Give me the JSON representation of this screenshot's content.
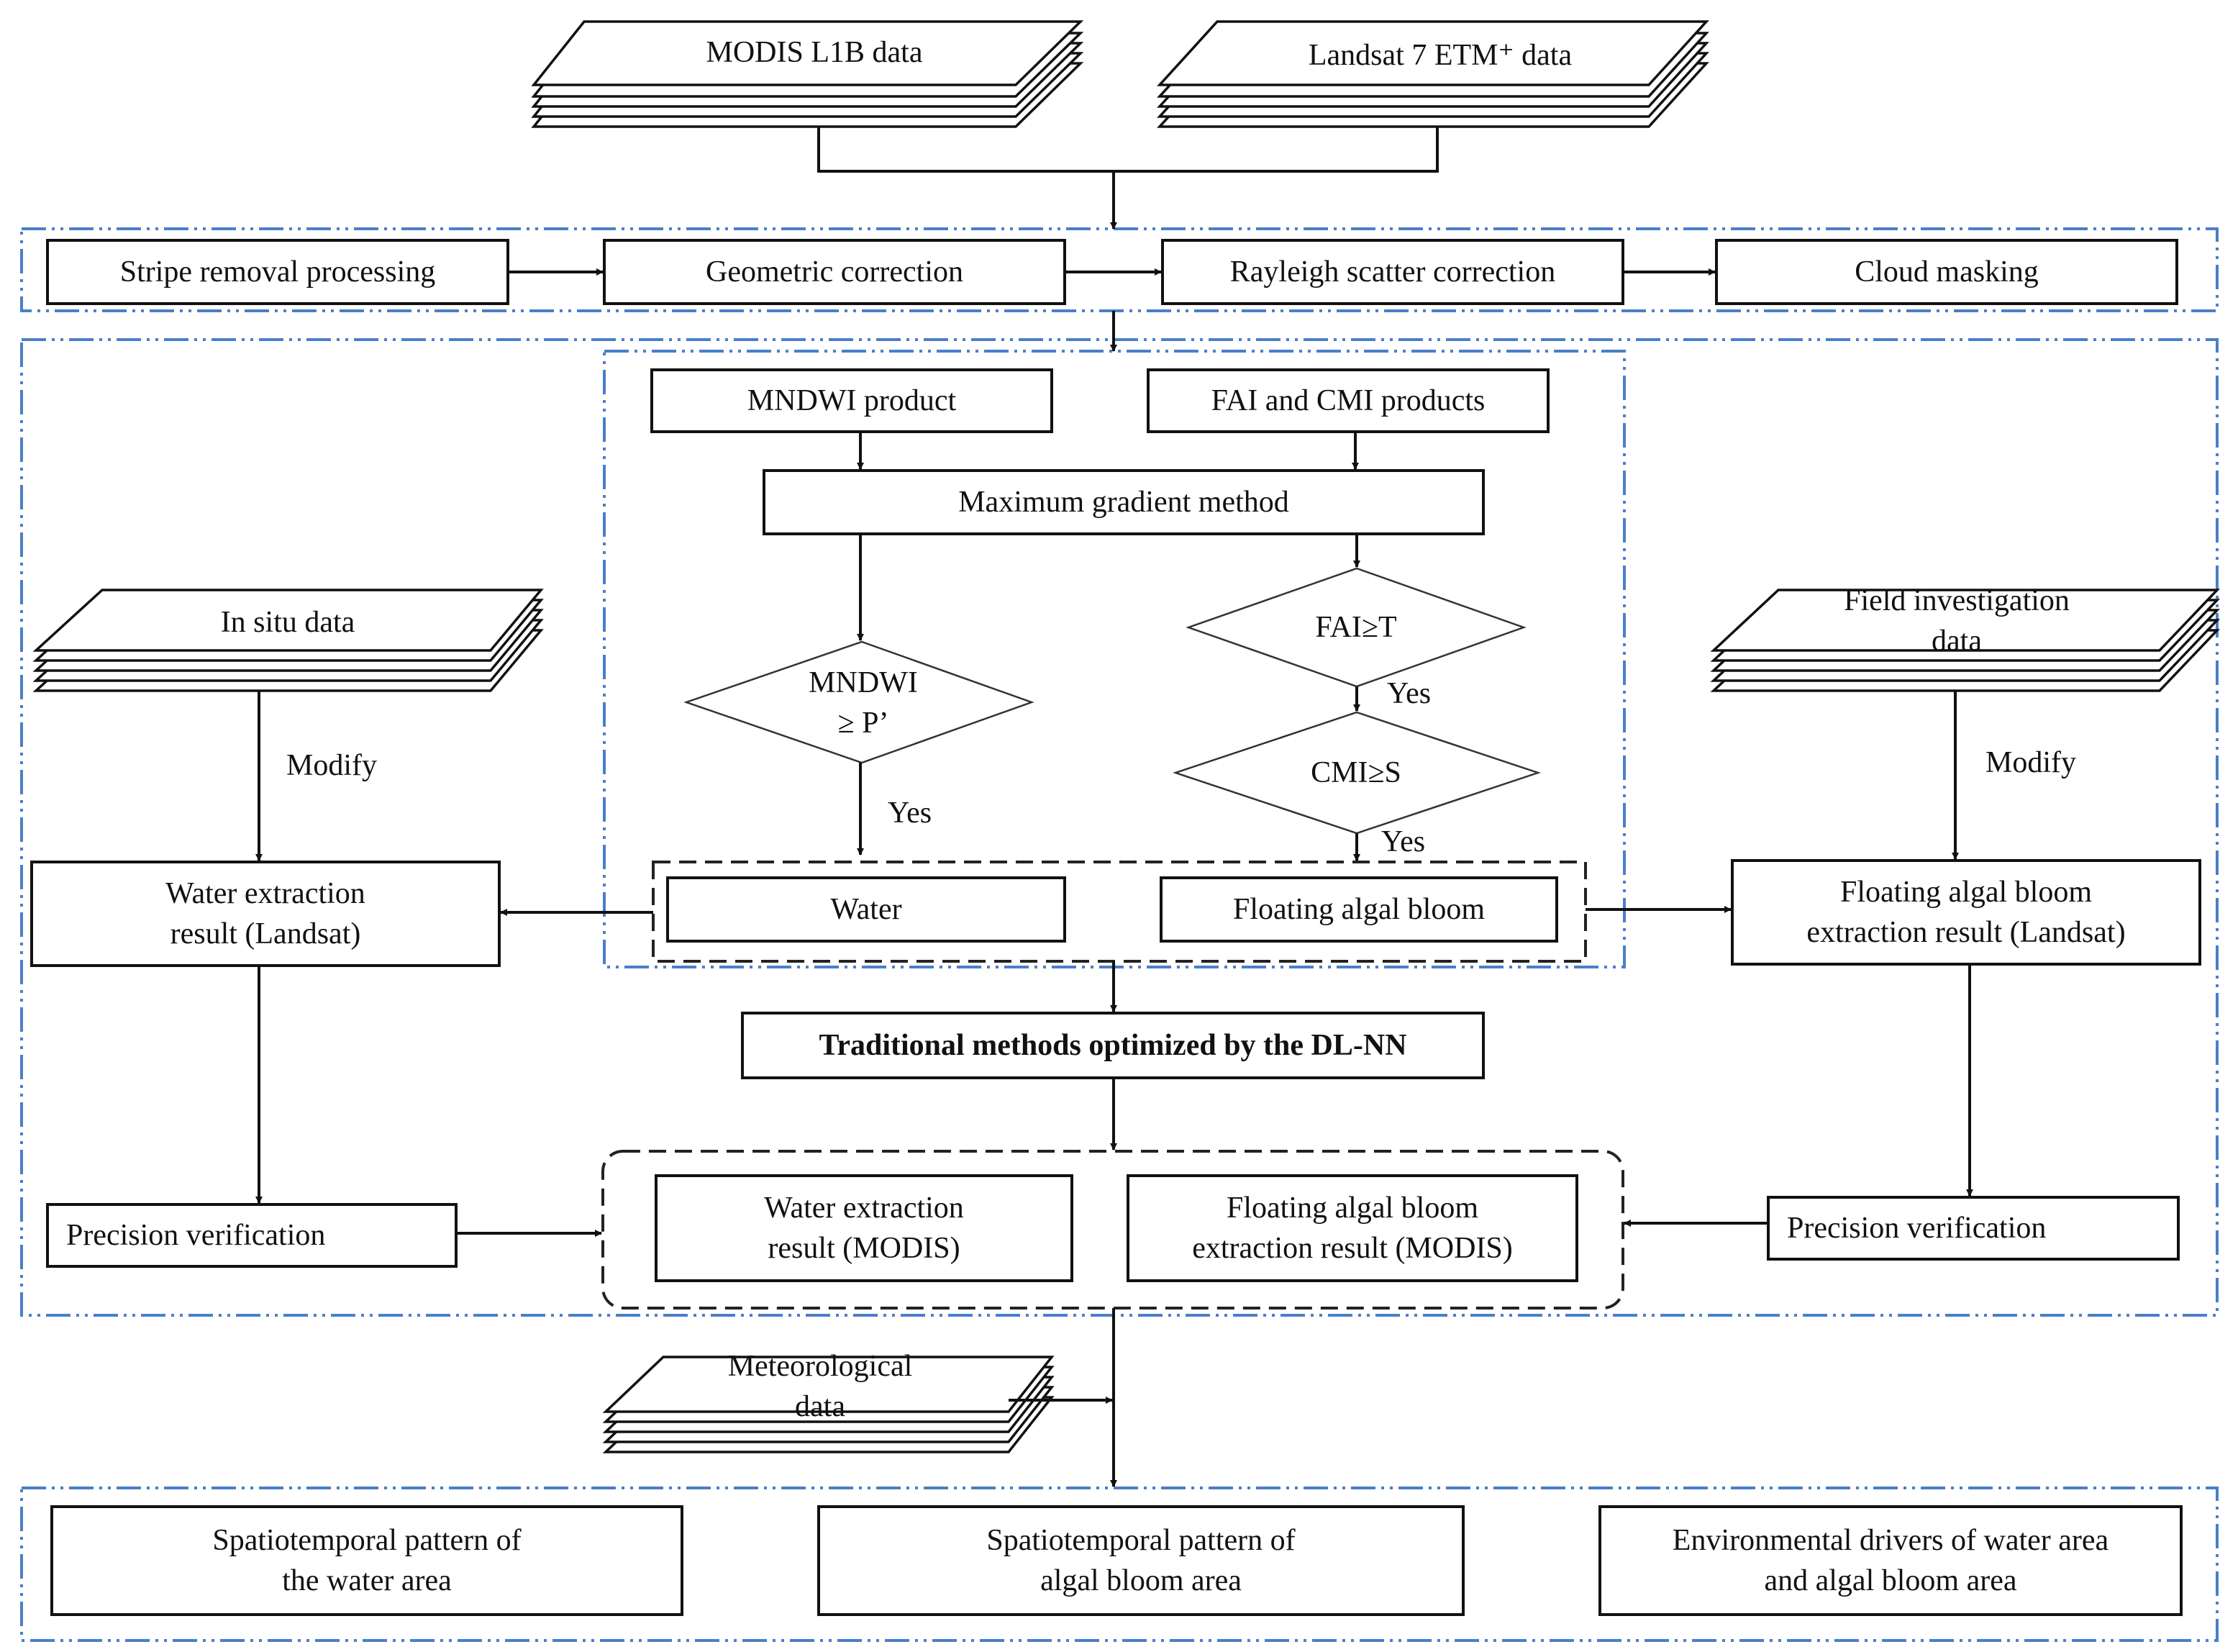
{
  "sources": {
    "modis": "MODIS L1B data",
    "landsat": "Landsat 7 ETM⁺ data",
    "in_situ": "In situ data",
    "field": "Field investigation\ndata",
    "meteorological": "Meteorological\ndata"
  },
  "preprocessing": {
    "stripe": "Stripe removal processing",
    "geometric": "Geometric correction",
    "rayleigh": "Rayleigh scatter correction",
    "cloud": "Cloud masking"
  },
  "products": {
    "mndwi": "MNDWI product",
    "fai_cmi": "FAI and CMI products",
    "max_gradient": "Maximum  gradient method"
  },
  "decisions": {
    "mndwi": "MNDWI\n≥ P’",
    "fai": "FAI≥T",
    "cmi": "CMI≥S",
    "yes_mndwi": "Yes",
    "yes_fai": "Yes",
    "yes_cmi": "Yes"
  },
  "outputs": {
    "water": "Water",
    "bloom": "Floating algal bloom",
    "water_landsat": "Water extraction\nresult (Landsat)",
    "bloom_landsat": "Floating algal bloom\nextraction result (Landsat)",
    "traditional": "Traditional methods optimized by  the DL-NN",
    "water_modis": "Water extraction\nresult (MODIS)",
    "bloom_modis": "Floating algal bloom\nextraction result (MODIS)",
    "precision_left": "Precision verification",
    "precision_right": "Precision verification",
    "modify_left": "Modify",
    "modify_right": "Modify"
  },
  "analysis": {
    "water_pattern": "Spatiotemporal  pattern of\nthe water area",
    "bloom_pattern": "Spatiotemporal  pattern of\nalgal bloom area",
    "drivers": "Environmental  drivers of water area\nand algal bloom area"
  },
  "colors": {
    "frame_dash": "#4a7fc9",
    "stroke": "#111111"
  }
}
